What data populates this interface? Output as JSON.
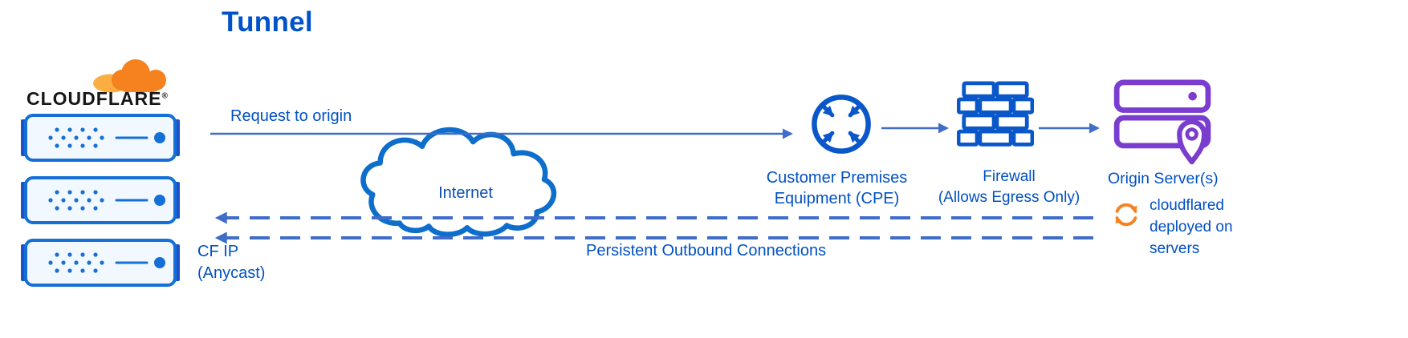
{
  "title": "Tunnel",
  "logo": {
    "brand": "CLOUDFLARE",
    "reg": "®"
  },
  "flow": {
    "request_label": "Request to origin",
    "internet_label": "Internet",
    "persistent_label": "Persistent Outbound Connections",
    "cf_ip": {
      "line1": "CF IP",
      "line2": "(Anycast)"
    }
  },
  "nodes": {
    "cpe": {
      "line1": "Customer Premises",
      "line2": "Equipment (CPE)"
    },
    "firewall": {
      "line1": "Firewall",
      "line2": "(Allows Egress Only)"
    },
    "origin": {
      "label": "Origin Server(s)"
    },
    "cloudflared": {
      "line1": "cloudflared",
      "line2": "deployed on",
      "line3": "servers"
    }
  },
  "icons": {
    "cloudflare_logo": "cloudflare-cloud-icon",
    "edge_servers": "server-icon",
    "internet": "internet-cloud-icon",
    "cpe": "router-arrows-icon",
    "firewall": "firewall-brick-icon",
    "origin": "origin-servers-pin-icon",
    "cloudflared": "sync-arrows-icon"
  },
  "colors": {
    "text_blue": "#0051c3",
    "title_blue": "#0052cc",
    "line_blue": "#3f6dc9",
    "icon_blue": "#0a57c9",
    "server_blue": "#1570d6",
    "server_cap_blue": "#1d52cc",
    "cloud_outline_blue": "#0e6ecb",
    "purple": "#7a3dd0",
    "orange": "#f6821f",
    "orange_light": "#fbad41",
    "wordmark_black": "#161616"
  }
}
